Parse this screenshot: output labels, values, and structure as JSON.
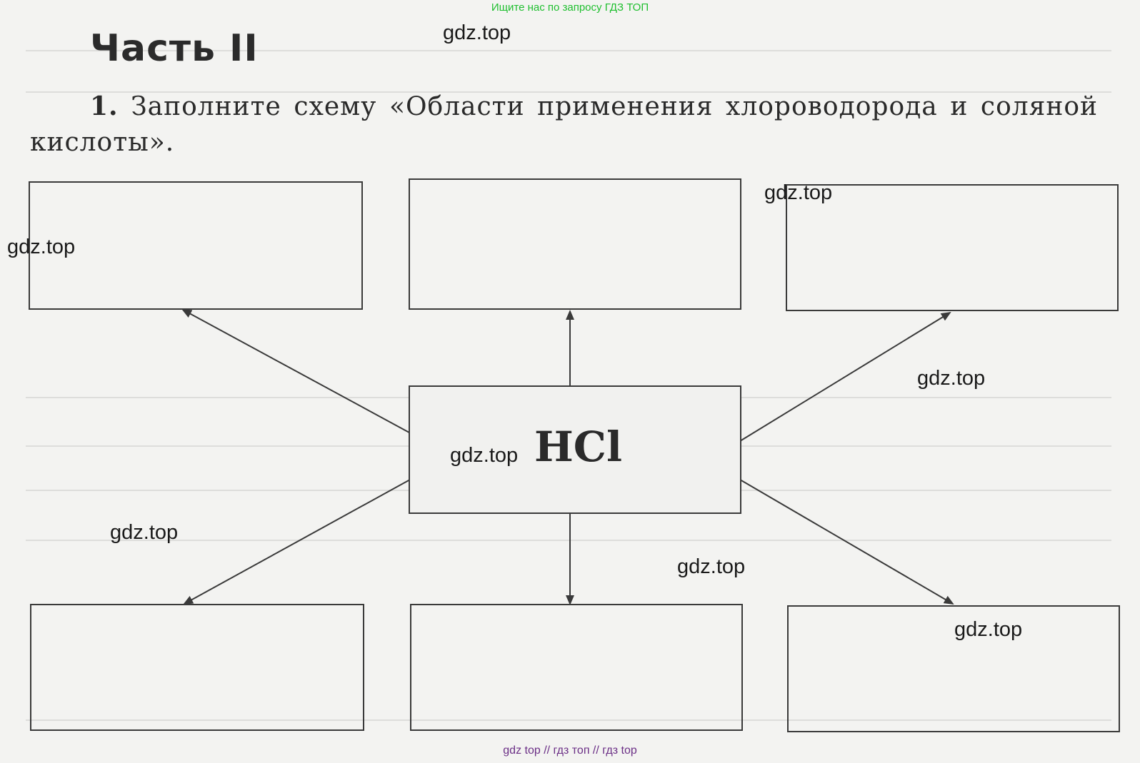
{
  "banner": {
    "top": "Ищите нас по запросу ГДЗ ТОП",
    "bottom": "gdz top  //  гдз топ  //  гдз top"
  },
  "header": {
    "part_title": "Часть II"
  },
  "task": {
    "number": "1.",
    "text": "Заполните схему «Области применения хлороводорода и соляной кислоты»."
  },
  "scheme": {
    "center_formula": "HCl"
  },
  "watermark": {
    "label": "gdz.top"
  }
}
